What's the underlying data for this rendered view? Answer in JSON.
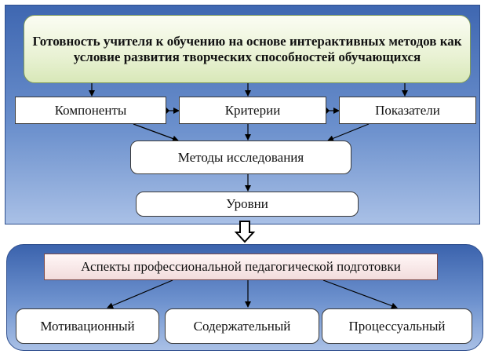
{
  "diagram": {
    "title": "Готовность учителя к обучению на основе интерактивных методов как условие развития творческих способностей обучающихся",
    "row1": {
      "components": "Компоненты",
      "criteria": "Критерии",
      "indicators": "Показатели"
    },
    "methods": "Методы исследования",
    "levels": "Уровни",
    "aspects": "Аспекты профессиональной педагогической подготовки",
    "row3": {
      "motivational": "Мотивационный",
      "content": "Содержательный",
      "procedural": "Процессуальный"
    }
  }
}
